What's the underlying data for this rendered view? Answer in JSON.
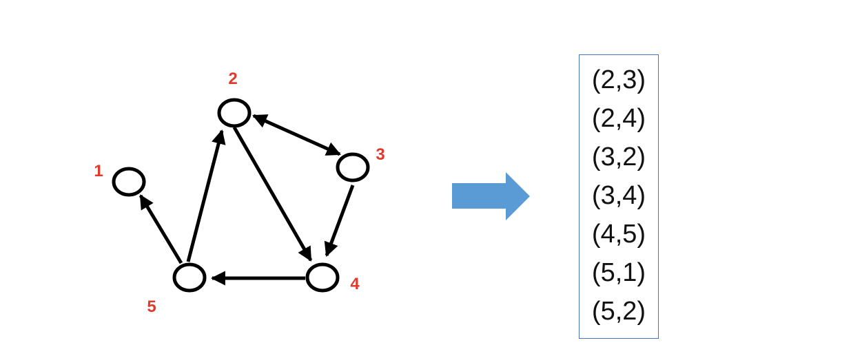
{
  "graph": {
    "node_label_color": "#E03A2E",
    "edge_color": "#000000",
    "nodes": [
      {
        "id": "1",
        "label": "1"
      },
      {
        "id": "2",
        "label": "2"
      },
      {
        "id": "3",
        "label": "3"
      },
      {
        "id": "4",
        "label": "4"
      },
      {
        "id": "5",
        "label": "5"
      }
    ],
    "edges": [
      {
        "from": "2",
        "to": "3",
        "bidirectional": true
      },
      {
        "from": "2",
        "to": "4",
        "bidirectional": false
      },
      {
        "from": "3",
        "to": "4",
        "bidirectional": false
      },
      {
        "from": "4",
        "to": "5",
        "bidirectional": false
      },
      {
        "from": "5",
        "to": "1",
        "bidirectional": false
      },
      {
        "from": "5",
        "to": "2",
        "bidirectional": false
      }
    ]
  },
  "transform_arrow": {
    "color": "#5B9BD5",
    "icon": "right-arrow-icon"
  },
  "edge_list": {
    "border_color": "#4472C4",
    "items": [
      "(2,3)",
      "(2,4)",
      "(3,2)",
      "(3,4)",
      "(4,5)",
      "(5,1)",
      "(5,2)"
    ]
  }
}
